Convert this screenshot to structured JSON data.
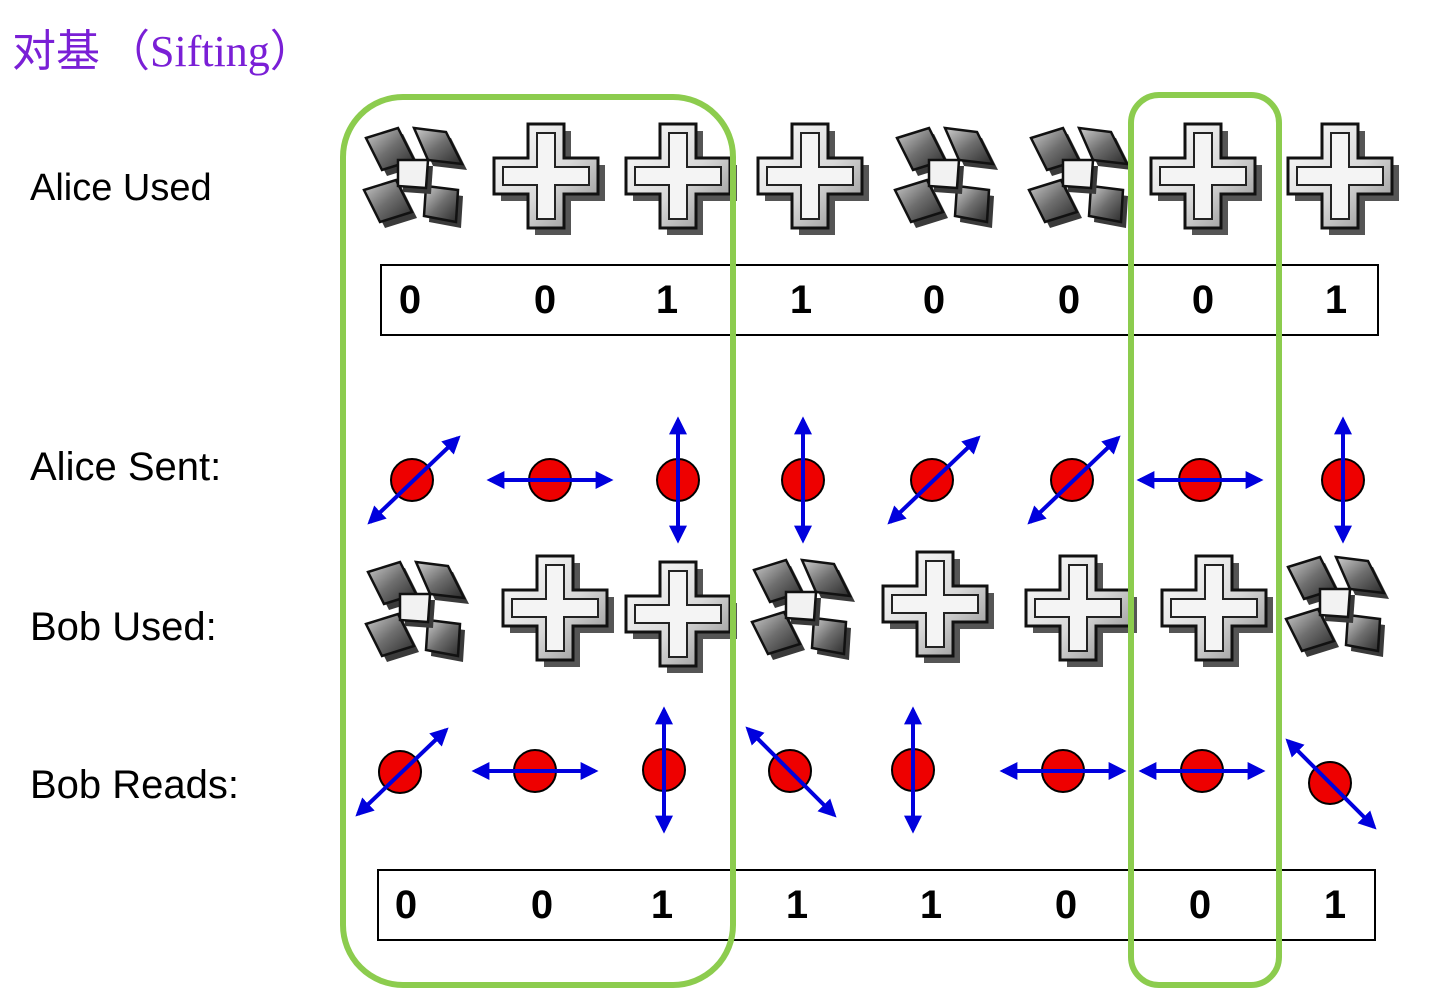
{
  "title": {
    "main": "对基",
    "paren_open": "（",
    "sub": "Sifting",
    "paren_close": "）",
    "color": "#7a1fd6"
  },
  "rows": {
    "alice_used": "Alice Used",
    "alice_sent": "Alice Sent:",
    "bob_used": "Bob Used:",
    "bob_reads": "Bob Reads:"
  },
  "alice_bases": [
    "diagonal",
    "rectilinear",
    "rectilinear",
    "rectilinear",
    "diagonal",
    "diagonal",
    "rectilinear",
    "rectilinear"
  ],
  "alice_bits": [
    "0",
    "0",
    "1",
    "1",
    "0",
    "0",
    "0",
    "1"
  ],
  "alice_photons": [
    "diag-up",
    "horizontal",
    "vertical",
    "vertical",
    "diag-up",
    "diag-up",
    "horizontal",
    "vertical"
  ],
  "bob_bases": [
    "diagonal",
    "rectilinear",
    "rectilinear",
    "diagonal",
    "rectilinear",
    "rectilinear",
    "rectilinear",
    "diagonal"
  ],
  "bob_photons": [
    "diag-up",
    "horizontal",
    "vertical",
    "diag-down",
    "vertical",
    "horizontal",
    "horizontal",
    "diag-down"
  ],
  "bob_bits": [
    "0",
    "0",
    "1",
    "1",
    "1",
    "0",
    "0",
    "1"
  ],
  "colors": {
    "highlight": "#8ccc4e",
    "photon_fill": "#ee0000",
    "arrow": "#0000dd",
    "text": "#000000"
  },
  "icons": {
    "rectilinear": "rectilinear-filter-icon",
    "diagonal": "diagonal-filter-icon",
    "photon": "photon-icon"
  }
}
